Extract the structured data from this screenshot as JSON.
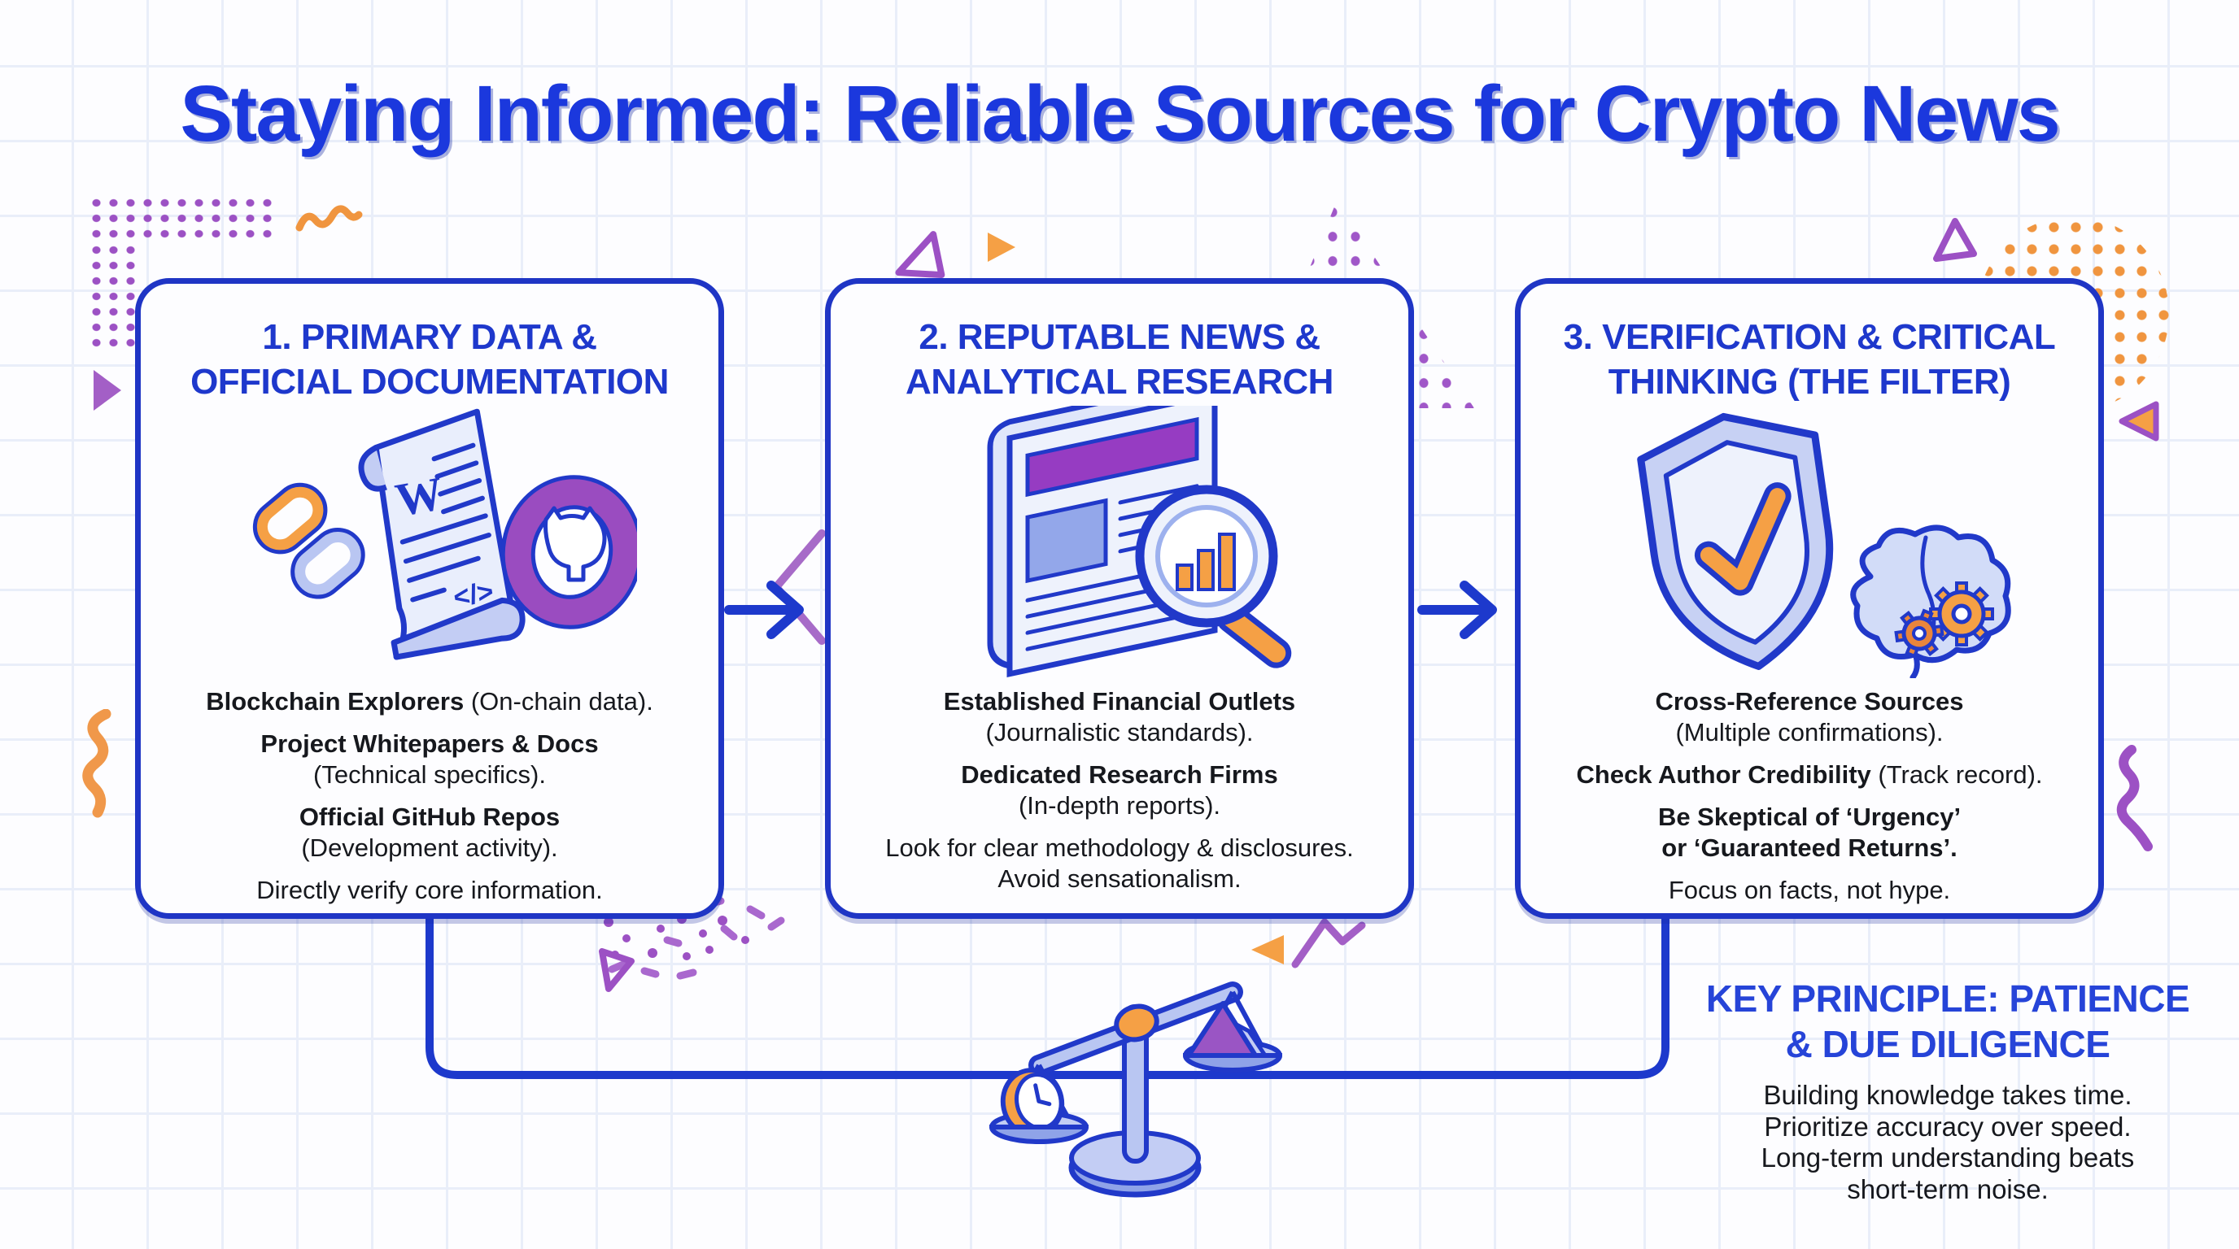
{
  "title": "Staying Informed: Reliable Sources for Crypto News",
  "colors": {
    "accent_blue": "#1e38cc",
    "title_blue": "#1b38dd",
    "text_dark": "#16181d",
    "orange": "#f5a045",
    "purple": "#9c51c4",
    "periwinkle": "#c3cdf4"
  },
  "icons": {
    "card1": [
      "chain-link-icon",
      "whitepaper-icon",
      "github-icon"
    ],
    "card2": [
      "newspaper-icon",
      "magnifier-chart-icon"
    ],
    "card3": [
      "shield-check-icon",
      "brain-gears-icon"
    ],
    "footer": [
      "balance-scale-icon",
      "clock-icon",
      "mountain-icon"
    ]
  },
  "cards": [
    {
      "heading1": "1. PRIMARY DATA &",
      "heading2": "OFFICIAL DOCUMENTATION",
      "lines": [
        {
          "bold": "Blockchain Explorers",
          "rest": " (On-chain data)."
        },
        {
          "bold": "Project Whitepapers & Docs",
          "rest": ""
        },
        {
          "bold": "",
          "rest": "(Technical specifics)."
        },
        {
          "bold": "Official GitHub Repos",
          "rest": ""
        },
        {
          "bold": "",
          "rest": "(Development activity)."
        },
        {
          "bold": "",
          "rest": "Directly verify core information."
        }
      ]
    },
    {
      "heading1": "2. REPUTABLE NEWS &",
      "heading2": "ANALYTICAL RESEARCH",
      "lines": [
        {
          "bold": "Established Financial Outlets",
          "rest": ""
        },
        {
          "bold": "",
          "rest": "(Journalistic standards)."
        },
        {
          "bold": "Dedicated Research Firms",
          "rest": ""
        },
        {
          "bold": "",
          "rest": "(In-depth reports)."
        },
        {
          "bold": "",
          "rest": "Look for clear methodology & disclosures."
        },
        {
          "bold": "",
          "rest": "Avoid sensationalism."
        }
      ]
    },
    {
      "heading1": "3. VERIFICATION & CRITICAL",
      "heading2": "THINKING (THE FILTER)",
      "lines": [
        {
          "bold": "Cross-Reference Sources",
          "rest": ""
        },
        {
          "bold": "",
          "rest": "(Multiple confirmations)."
        },
        {
          "bold": "Check Author Credibility",
          "rest": " (Track record)."
        },
        {
          "bold": "Be Skeptical of ‘Urgency’",
          "rest": ""
        },
        {
          "bold": "or ‘Guaranteed Returns’.",
          "rest": ""
        },
        {
          "bold": "",
          "rest": "Focus on facts, not hype."
        }
      ]
    }
  ],
  "key_principle": {
    "heading1": "KEY PRINCIPLE: PATIENCE",
    "heading2": "& DUE DILIGENCE",
    "line1": "Building knowledge takes time.",
    "line2": "Prioritize accuracy over speed.",
    "line3": "Long-term understanding beats",
    "line4": "short-term noise."
  }
}
